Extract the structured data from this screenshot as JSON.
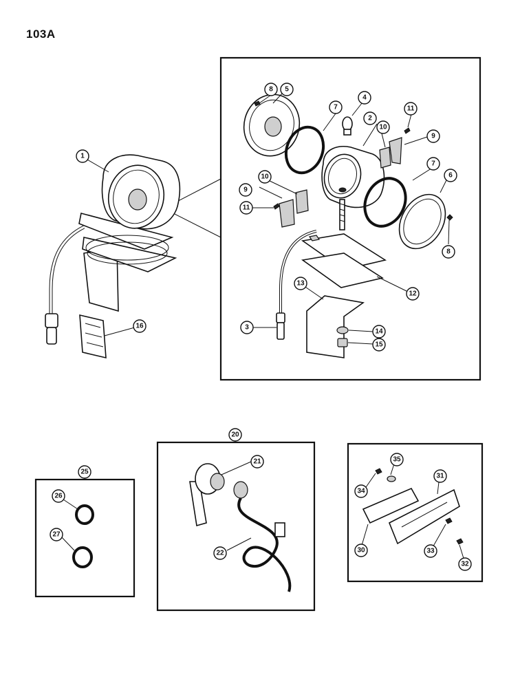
{
  "page": {
    "number": "103A"
  },
  "callouts": [
    "1",
    "2",
    "3",
    "4",
    "5",
    "6",
    "7",
    "8",
    "9",
    "10",
    "11",
    "12",
    "13",
    "14",
    "15",
    "16",
    "20",
    "21",
    "22",
    "25",
    "26",
    "27",
    "30",
    "31",
    "32",
    "33",
    "34",
    "35"
  ]
}
